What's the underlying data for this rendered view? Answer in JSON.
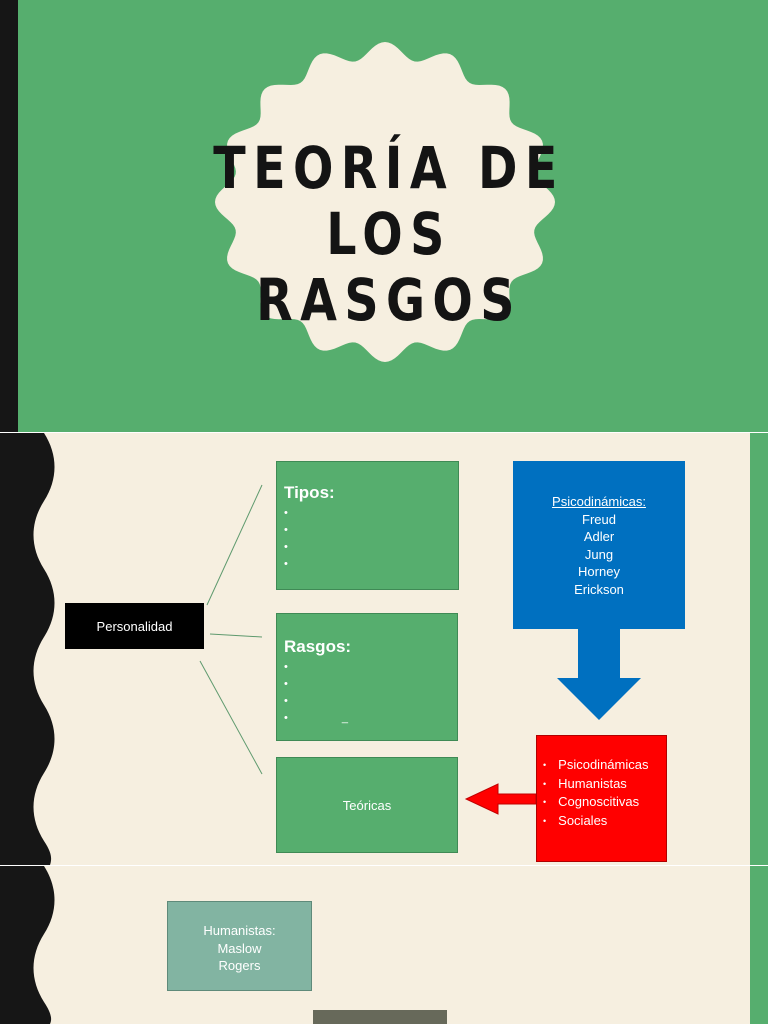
{
  "slide1": {
    "title_line1": "TEORÍA DE LOS",
    "title_line2": "RASGOS",
    "colors": {
      "background": "#56ae6e",
      "badge": "#f6efe0",
      "left_bar": "#161616"
    }
  },
  "slide2": {
    "personalidad_label": "Personalidad",
    "tipos": {
      "title": "Tipos:",
      "bullets": [
        "",
        "",
        "",
        ""
      ]
    },
    "rasgos": {
      "title": "Rasgos:",
      "bullets": [
        "",
        "",
        "",
        "_"
      ]
    },
    "teoricas_label": "Teóricas",
    "psicodinamicas_box": {
      "heading": "Psicodinámicas:",
      "names": [
        "Freud",
        "Adler",
        "Jung",
        "Horney",
        "Erickson"
      ]
    },
    "red_box": {
      "items": [
        "Psicodinámicas",
        "Humanistas",
        "Cognoscitivas",
        "Sociales"
      ]
    },
    "colors": {
      "background": "#f6efe0",
      "green": "#56ae6e",
      "blue": "#0070c0",
      "red": "#ff0000"
    }
  },
  "slide3": {
    "humanistas_box": {
      "heading": "Humanistas:",
      "names": [
        "Maslow",
        "Rogers"
      ]
    },
    "colors": {
      "teal_box": "#82b4a2",
      "dark_box": "#67695a"
    }
  }
}
